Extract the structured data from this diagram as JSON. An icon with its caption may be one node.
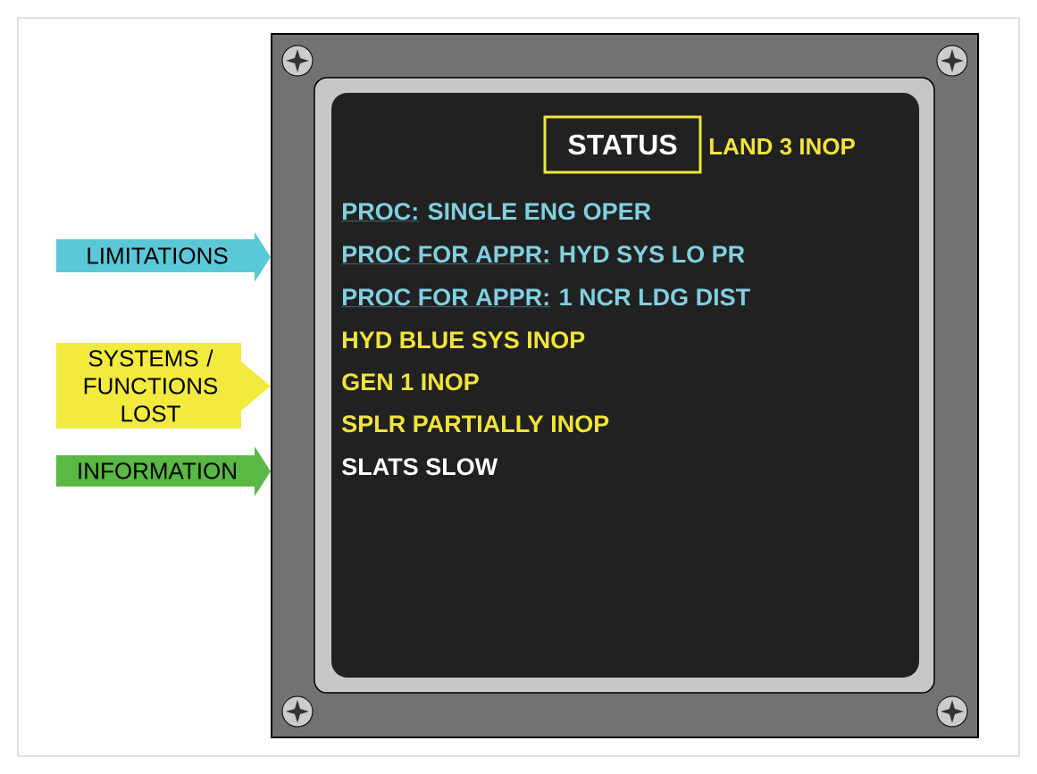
{
  "diagram": {
    "nodes": [
      {
        "text": [
          "LIMITATIONS"
        ]
      },
      {
        "text": [
          "SYSTEMS / FUNCTIONS LOST"
        ]
      },
      {
        "text": [
          "INFORMATION"
        ]
      },
      {
        "text": [
          "STATUS"
        ]
      }
    ],
    "labels": [
      "LAND 3 INOP",
      "PROC:",
      "SINGLE ENG OPER",
      "PROC FOR APPR:",
      "HYD SYS LO PR",
      "PROC FOR APPR:",
      "1 NCR LDG DIST",
      "HYD BLUE SYS INOP",
      "GEN 1 INOP",
      "SPLR PARTIALLY INOP",
      "SLATS SLOW"
    ]
  }
}
